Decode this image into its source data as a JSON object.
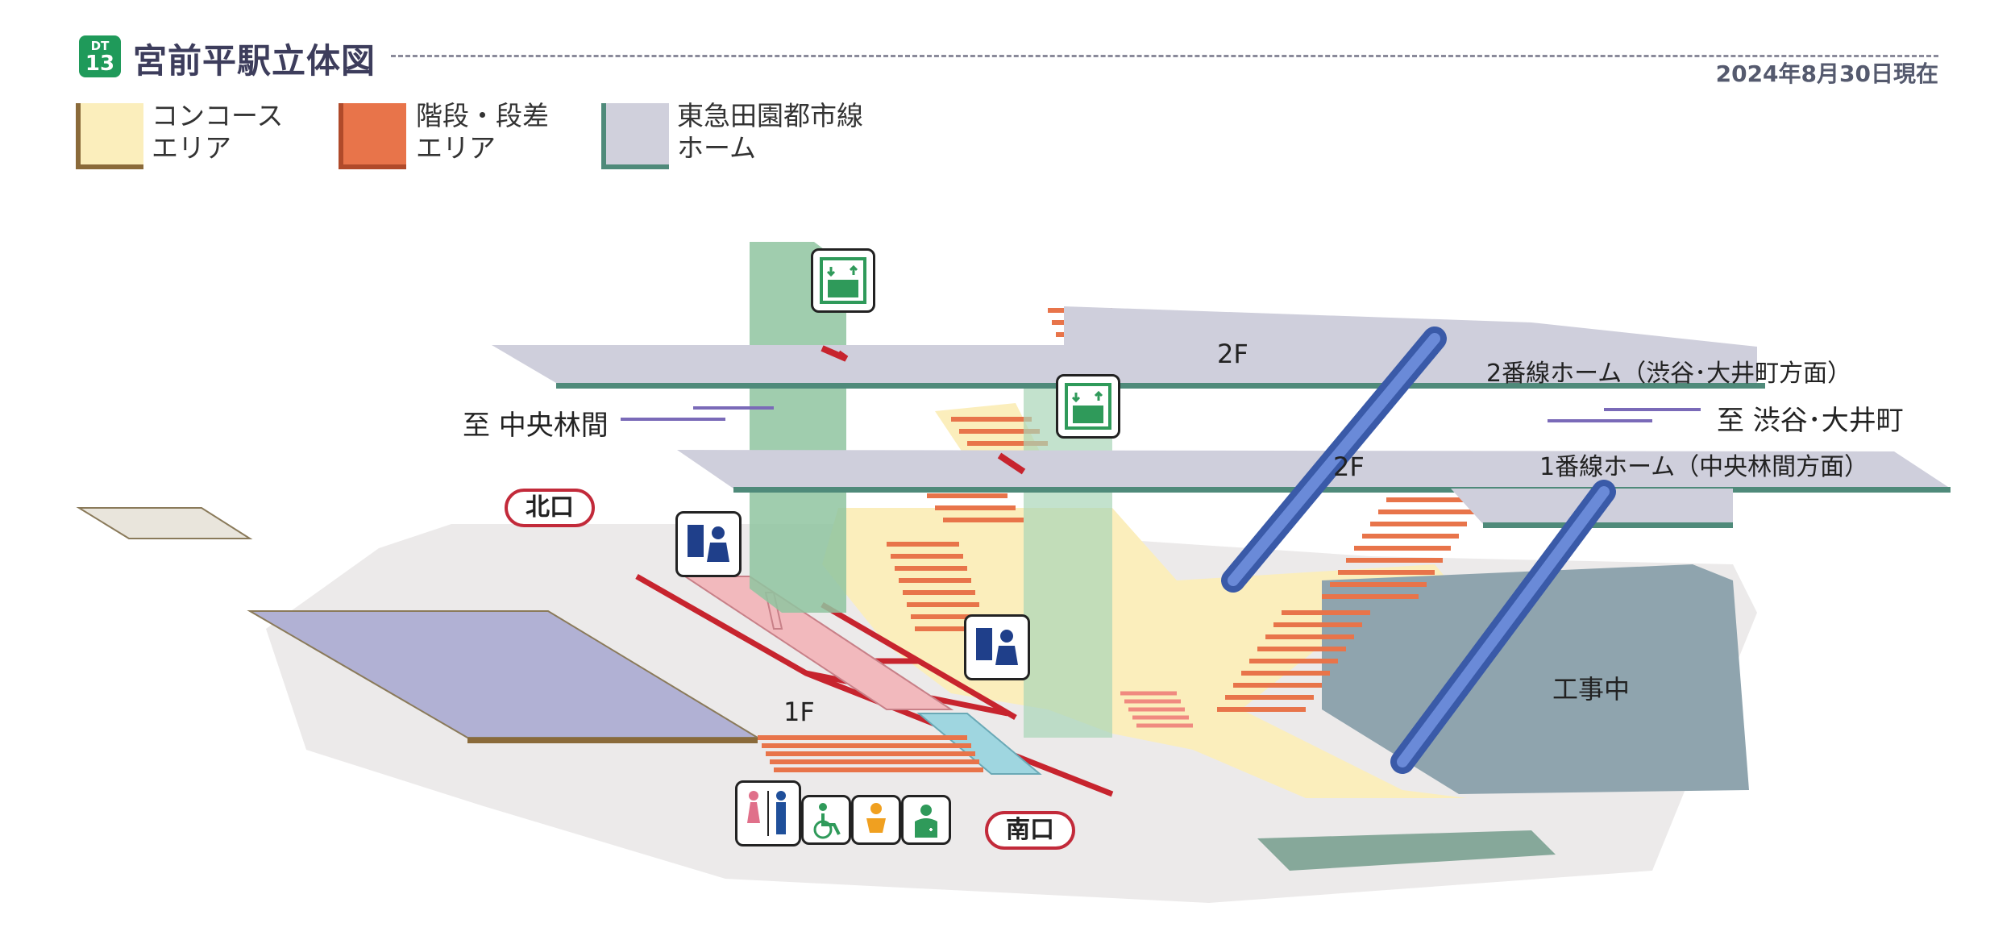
{
  "header": {
    "line_badge_top": "DT",
    "line_badge_num": "13",
    "title": "宮前平駅立体図",
    "date": "2024年8月30日現在"
  },
  "legend": [
    {
      "label_line1": "コンコース",
      "label_line2": "エリア",
      "color": "#fbeebc",
      "edge": "#8a6a3a"
    },
    {
      "label_line1": "階段・段差",
      "label_line2": "エリア",
      "color": "#e8744a",
      "edge": "#b04a2a"
    },
    {
      "label_line1": "東急田園都市線",
      "label_line2": "ホーム",
      "color": "#d0d0dc",
      "edge": "#4f8a7a"
    }
  ],
  "map": {
    "floor_2f_upper": "2F",
    "floor_2f_lower": "2F",
    "floor_1f": "1F",
    "platform_2": "2番線ホーム（渋谷･大井町方面）",
    "platform_1": "1番線ホーム（中央林間方面）",
    "dir_left": "至 中央林間",
    "dir_right": "至 渋谷･大井町",
    "construction": "工事中",
    "exit_north": "北口",
    "exit_south": "南口"
  },
  "icons": [
    "elevator-icon",
    "ticket-machine-icon",
    "restroom-icon",
    "wheelchair-icon",
    "baby-care-icon",
    "aed-icon"
  ]
}
